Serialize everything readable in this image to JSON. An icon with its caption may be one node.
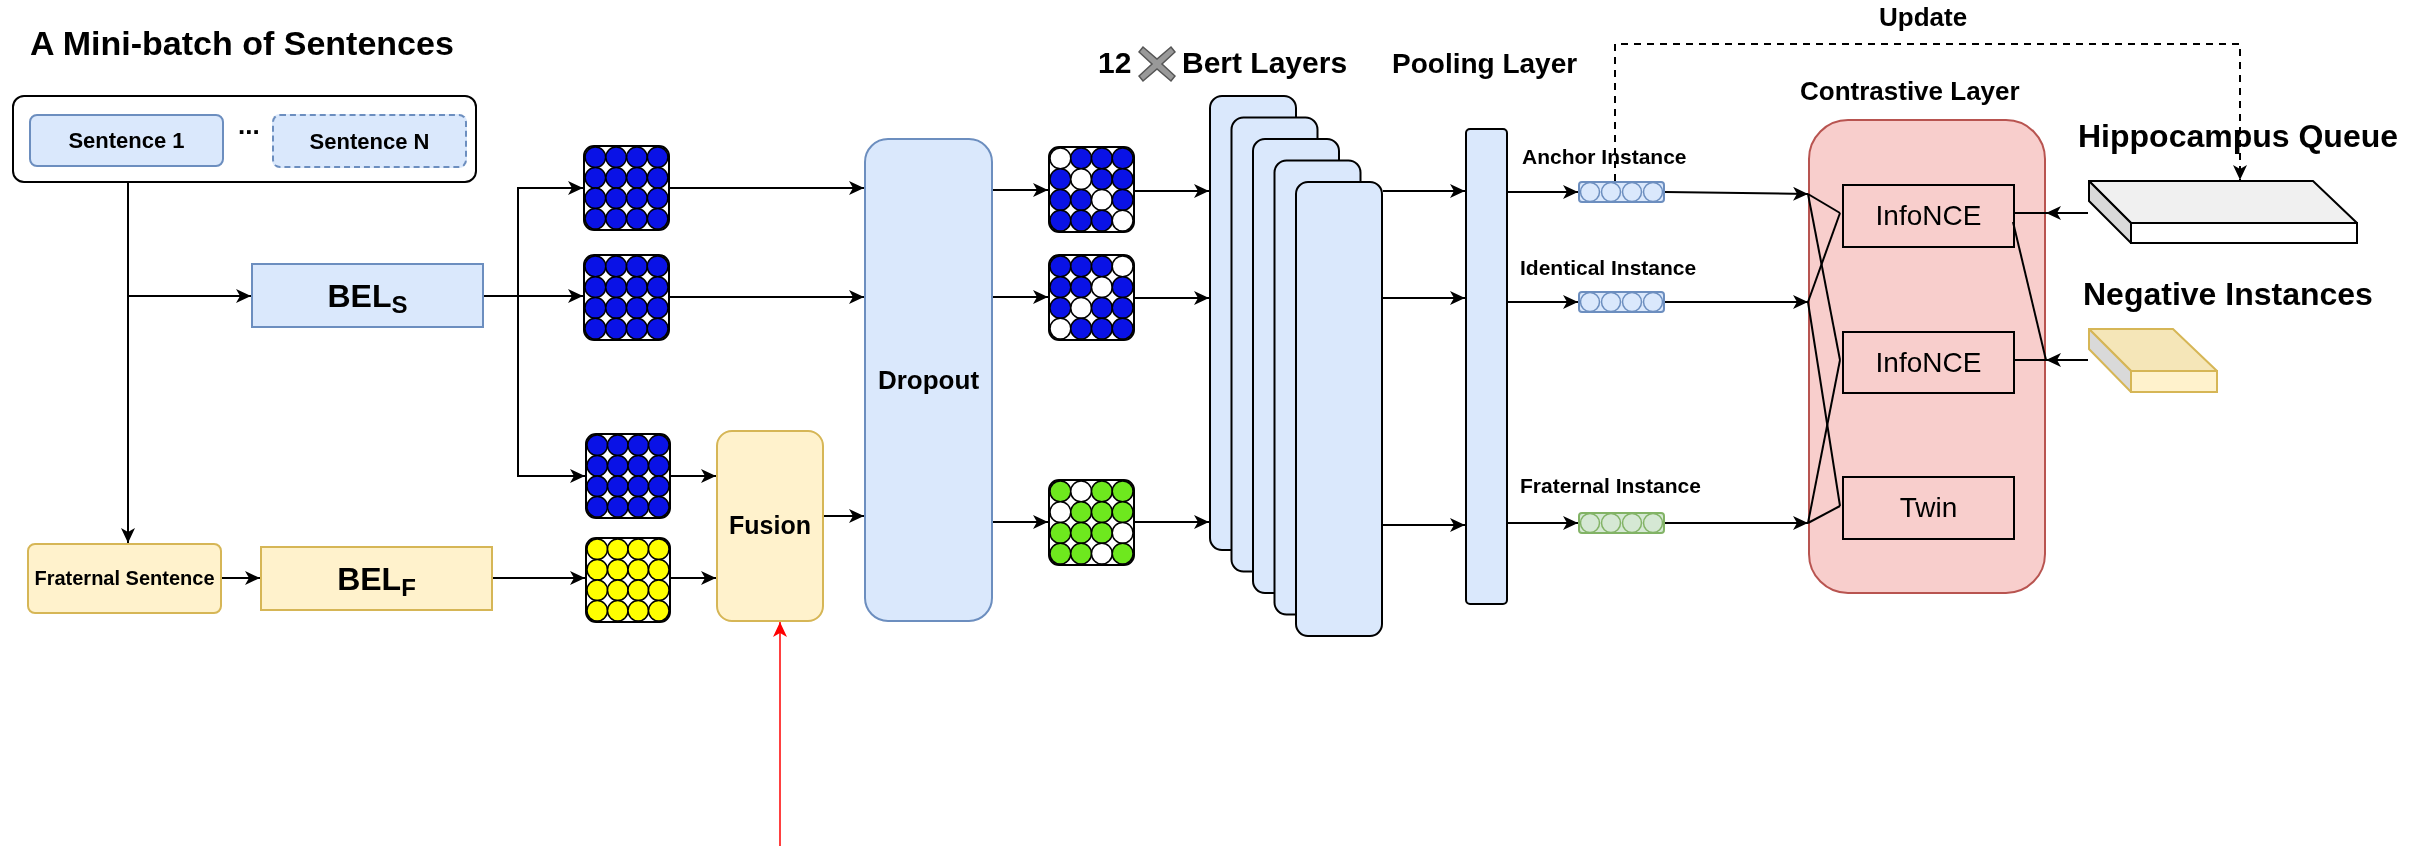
{
  "diagram": {
    "nodes": [
      {
        "text": [],
        "shape": "box",
        "beside": [
          "A Mini-batch of Sentences"
        ]
      },
      {
        "text": [
          "Sentence 1"
        ],
        "in": 0
      },
      {
        "text": [
          "Sentence N"
        ],
        "in": 0
      },
      {
        "text": [
          "BEL$_{S}$"
        ]
      },
      {
        "text": [
          "Fraternal Sentence"
        ]
      },
      {
        "text": [
          "BEL$_{F}$"
        ]
      },
      {
        "text": [],
        "shape": "box"
      },
      {
        "text": [],
        "shape": "box"
      },
      {
        "text": [],
        "shape": "box"
      },
      {
        "text": [],
        "shape": "box"
      },
      {
        "text": [
          "Fusion"
        ]
      },
      {
        "text": [
          "Dropout"
        ]
      },
      {
        "text": [],
        "shape": "box"
      },
      {
        "text": [],
        "shape": "box"
      },
      {
        "text": [],
        "shape": "box"
      },
      {
        "text": [],
        "shape": "box"
      },
      {
        "text": [],
        "shape": "bar"
      },
      {
        "text": [],
        "shape": "bar",
        "beside": [
          "Anchor Instance"
        ]
      },
      {
        "text": [],
        "shape": "bar",
        "beside": [
          "Identical Instance"
        ]
      },
      {
        "text": [],
        "shape": "bar",
        "beside": [
          "Fraternal Instance"
        ]
      },
      {
        "text": [],
        "shape": "box",
        "beside": [
          "Contrastive Layer"
        ]
      },
      {
        "text": [
          "InfoNCE"
        ],
        "in": 20
      },
      {
        "text": [
          "InfoNCE"
        ],
        "in": 20
      },
      {
        "text": [
          "Twin"
        ],
        "in": 20
      },
      {
        "text": [],
        "shape": "box",
        "beside": [
          "Hippocampus Queue"
        ]
      },
      {
        "text": [],
        "shape": "box",
        "beside": [
          "Negative Instances"
        ]
      }
    ],
    "edges": [
      {
        "from": 0,
        "to": 3,
        "arrow": "to"
      },
      {
        "from": 0,
        "to": 4,
        "arrow": "to"
      },
      {
        "from": 3,
        "to": 6,
        "arrow": "to"
      },
      {
        "from": 3,
        "to": 7,
        "arrow": "to"
      },
      {
        "from": 3,
        "to": 8,
        "arrow": "to"
      },
      {
        "from": 4,
        "to": 5,
        "arrow": "to"
      },
      {
        "from": 5,
        "to": 9,
        "arrow": "to"
      },
      {
        "from": 8,
        "to": 10,
        "arrow": "to"
      },
      {
        "from": 9,
        "to": 10,
        "arrow": "to"
      },
      {
        "from": 6,
        "to": 11,
        "arrow": "to"
      },
      {
        "from": 7,
        "to": 11,
        "arrow": "to"
      },
      {
        "from": 10,
        "to": 11,
        "arrow": "to"
      },
      {
        "from": 11,
        "to": 12,
        "arrow": "to"
      },
      {
        "from": 11,
        "to": 13,
        "arrow": "to"
      },
      {
        "from": 11,
        "to": 14,
        "arrow": "to"
      },
      {
        "from": 12,
        "to": 15,
        "arrow": "to"
      },
      {
        "from": 13,
        "to": 15,
        "arrow": "to"
      },
      {
        "from": 14,
        "to": 15,
        "arrow": "to"
      },
      {
        "from": 15,
        "to": 16,
        "arrow": "to"
      },
      {
        "from": 15,
        "to": 16,
        "arrow": "to"
      },
      {
        "from": 15,
        "to": 16,
        "arrow": "to"
      },
      {
        "from": 16,
        "to": 17,
        "arrow": "to"
      },
      {
        "from": 16,
        "to": 18,
        "arrow": "to"
      },
      {
        "from": 16,
        "to": 19,
        "arrow": "to"
      },
      {
        "from": 17,
        "to": 20,
        "arrow": "to"
      },
      {
        "from": 18,
        "to": 20,
        "arrow": "to"
      },
      {
        "from": 19,
        "to": 20,
        "arrow": "to"
      },
      {
        "from": 20,
        "to": 21,
        "arrow": "none"
      },
      {
        "from": 20,
        "to": 22,
        "arrow": "none"
      },
      {
        "from": 20,
        "to": 21,
        "arrow": "none"
      },
      {
        "from": 20,
        "to": 23,
        "arrow": "none"
      },
      {
        "from": 20,
        "to": 22,
        "arrow": "none"
      },
      {
        "from": 20,
        "to": 23,
        "arrow": "none"
      },
      {
        "from": 24,
        "to": 20,
        "arrow": "to"
      },
      {
        "from": 20,
        "to": 21,
        "arrow": "none"
      },
      {
        "from": 25,
        "to": 20,
        "arrow": "to"
      },
      {
        "from": 20,
        "to": 22,
        "arrow": "none"
      },
      {
        "from": 20,
        "to": 21,
        "arrow": "none"
      },
      {
        "from": 17,
        "to": 24,
        "arrow": "to",
        "label": "Update",
        "style": "dashed"
      },
      {
        "from": null,
        "to": 10,
        "arrow": "to",
        "color": "#ff0000"
      }
    ],
    "labels": [
      "12",
      "Bert Layers",
      "Pooling Layer",
      "..."
    ]
  }
}
